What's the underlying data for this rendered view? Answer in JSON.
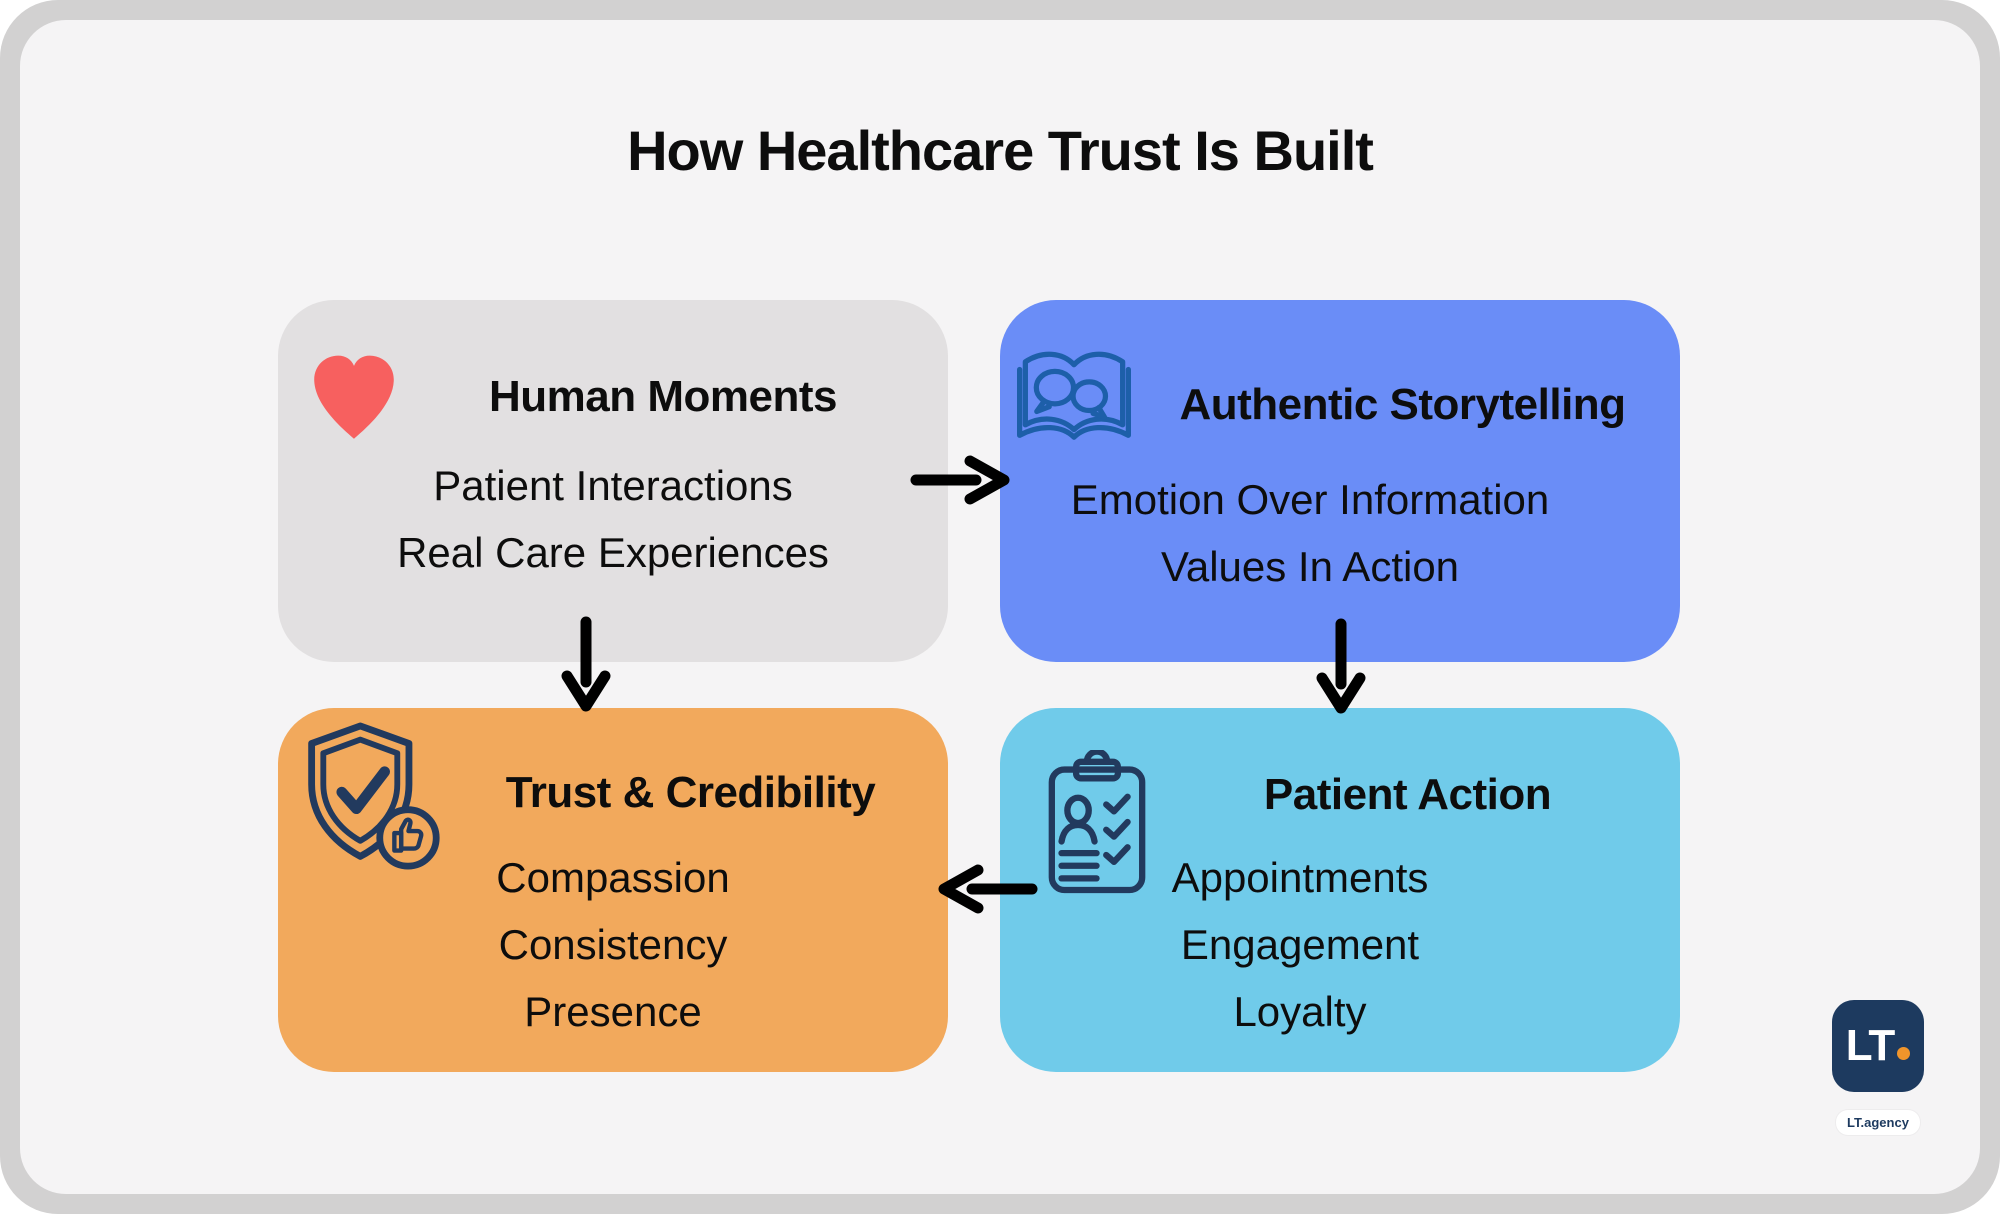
{
  "page": {
    "title": "How Healthcare Trust Is Built"
  },
  "cards": [
    {
      "id": "human-moments",
      "title": "Human Moments",
      "lines": [
        "Patient Interactions",
        "Real Care Experiences"
      ],
      "bg": "#E2E0E1",
      "icon": "heart-icon"
    },
    {
      "id": "authentic-storytelling",
      "title": "Authentic Storytelling",
      "lines": [
        "Emotion Over Information",
        "Values In Action"
      ],
      "bg": "#6A8DF7",
      "icon": "storybook-icon"
    },
    {
      "id": "trust-credibility",
      "title": "Trust & Credibility",
      "lines": [
        "Compassion",
        "Consistency",
        "Presence"
      ],
      "bg": "#F2A95C",
      "icon": "shield-check-icon"
    },
    {
      "id": "patient-action",
      "title": "Patient Action",
      "lines": [
        "Appointments",
        "Engagement",
        "Loyalty"
      ],
      "bg": "#70CBEA",
      "icon": "clipboard-checklist-icon"
    }
  ],
  "logo": {
    "monogram": "LT",
    "monogram_dot": ".",
    "caption": "LT.agency"
  },
  "colors": {
    "frame": "#D2D1D1",
    "panel": "#F5F4F5",
    "text": "#0D0D0D",
    "heart": "#F7605F",
    "book_stroke": "#1D5FA9",
    "icon_navy": "#223A5E",
    "arrow": "#000000",
    "logo_navy": "#1D3A5F",
    "logo_orange": "#F0952B"
  }
}
